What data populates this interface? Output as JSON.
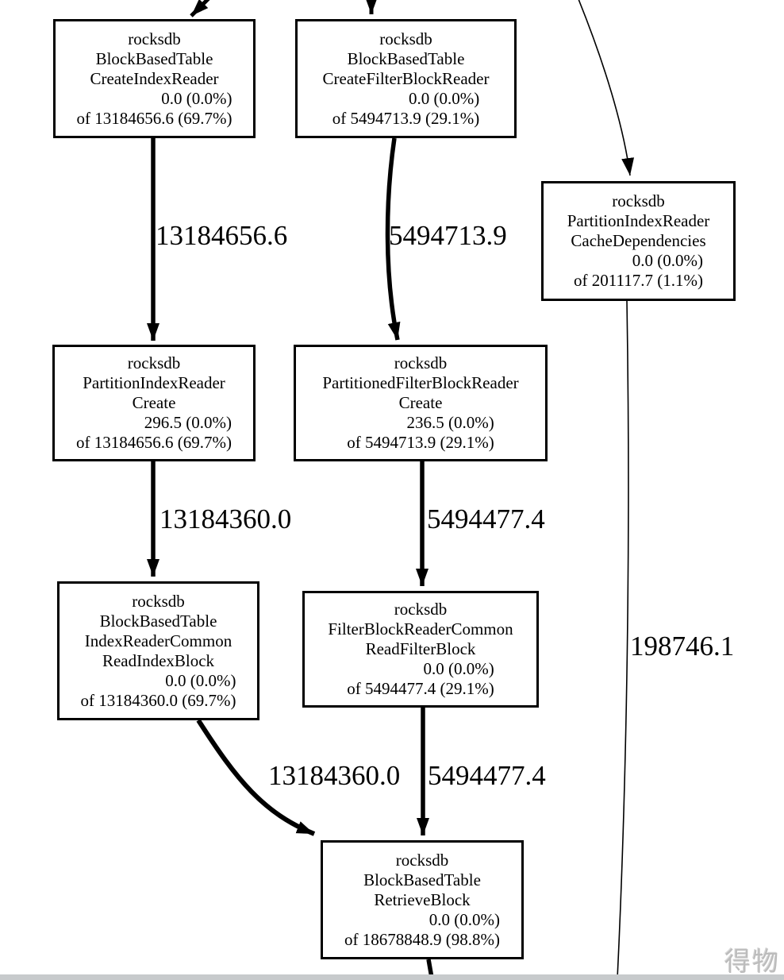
{
  "graph": {
    "nodes": [
      {
        "name_lines": [
          "rocksdb",
          "BlockBasedTable",
          "CreateIndexReader"
        ],
        "flat": "0.0 (0.0%)",
        "cum": "of 13184656.6 (69.7%)"
      },
      {
        "name_lines": [
          "rocksdb",
          "BlockBasedTable",
          "CreateFilterBlockReader"
        ],
        "flat": "0.0 (0.0%)",
        "cum": "of 5494713.9 (29.1%)"
      },
      {
        "name_lines": [
          "rocksdb",
          "PartitionIndexReader",
          "CacheDependencies"
        ],
        "flat": "0.0 (0.0%)",
        "cum": "of 201117.7 (1.1%)"
      },
      {
        "name_lines": [
          "rocksdb",
          "PartitionIndexReader",
          "Create"
        ],
        "flat": "296.5 (0.0%)",
        "cum": "of 13184656.6 (69.7%)"
      },
      {
        "name_lines": [
          "rocksdb",
          "PartitionedFilterBlockReader",
          "Create"
        ],
        "flat": "236.5 (0.0%)",
        "cum": "of 5494713.9 (29.1%)"
      },
      {
        "name_lines": [
          "rocksdb",
          "BlockBasedTable",
          "IndexReaderCommon",
          "ReadIndexBlock"
        ],
        "flat": "0.0 (0.0%)",
        "cum": "of 13184360.0 (69.7%)"
      },
      {
        "name_lines": [
          "rocksdb",
          "FilterBlockReaderCommon",
          "ReadFilterBlock"
        ],
        "flat": "0.0 (0.0%)",
        "cum": "of 5494477.4 (29.1%)"
      },
      {
        "name_lines": [
          "rocksdb",
          "BlockBasedTable",
          "RetrieveBlock"
        ],
        "flat": "0.0 (0.0%)",
        "cum": "of 18678848.9 (98.8%)"
      }
    ],
    "edge_labels": {
      "create_index_to_partition_create": "13184656.6",
      "create_filter_to_partitioned_create": "5494713.9",
      "partition_create_to_read_index": "13184360.0",
      "partitioned_create_to_read_filter": "5494477.4",
      "read_index_to_retrieve": "13184360.0",
      "read_filter_to_retrieve": "5494477.4",
      "cache_dependencies_branch": "198746.1"
    }
  },
  "watermark": "得物"
}
